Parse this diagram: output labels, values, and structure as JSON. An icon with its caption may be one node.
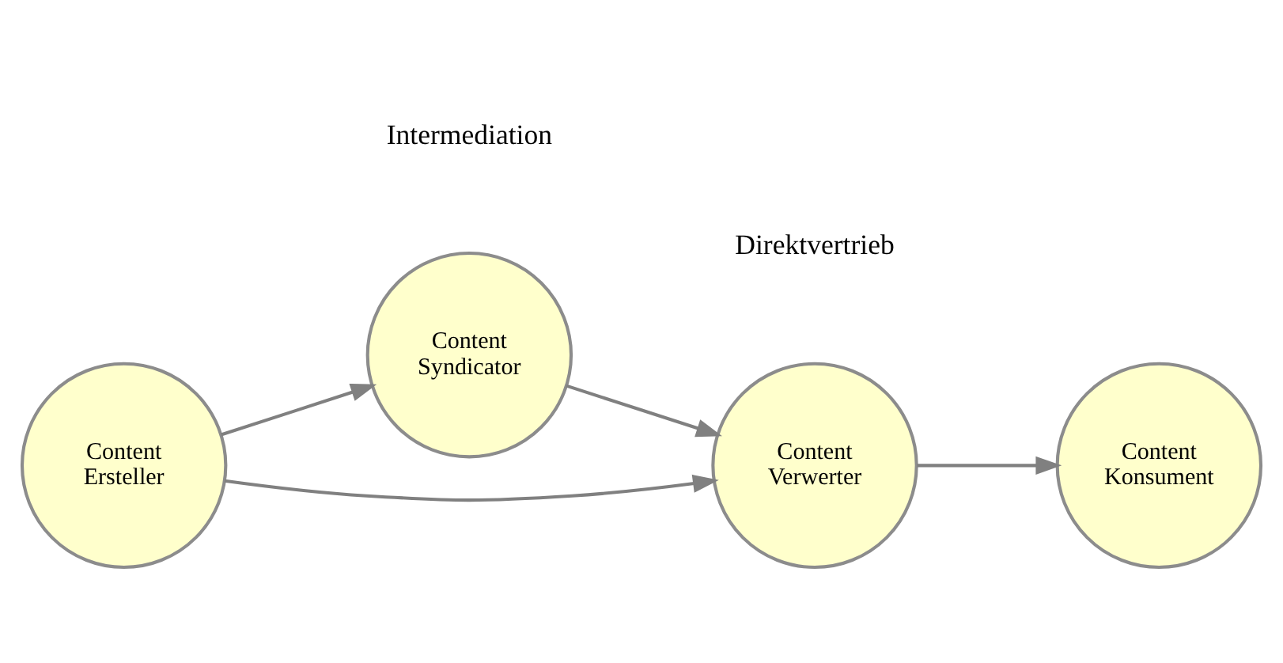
{
  "diagram": {
    "nodes": [
      {
        "text": [
          "Content Syndicator"
        ]
      },
      {
        "text": [
          "Content Ersteller"
        ]
      },
      {
        "text": [
          "Content Verwerter"
        ]
      },
      {
        "text": [
          "Content Konsument"
        ]
      }
    ],
    "edges": [
      {
        "from": 1,
        "to": 0,
        "arrow": "to"
      },
      {
        "from": 0,
        "to": 2,
        "arrow": "to"
      },
      {
        "from": 1,
        "to": 2,
        "arrow": "to"
      },
      {
        "from": 2,
        "to": 3,
        "arrow": "to"
      }
    ],
    "labels": [
      "Intermediation",
      "Direktvertrieb"
    ]
  }
}
